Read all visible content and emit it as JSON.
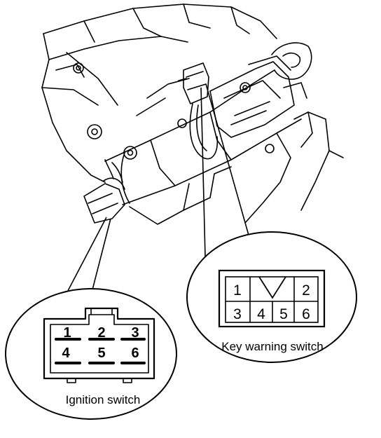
{
  "ignition_switch": {
    "caption": "Ignition switch",
    "pins": [
      "1",
      "2",
      "3",
      "4",
      "5",
      "6"
    ]
  },
  "key_warning_switch": {
    "caption": "Key warning switch",
    "pins": [
      "1",
      "2",
      "3",
      "4",
      "5",
      "6"
    ]
  },
  "colors": {
    "line": "#000000",
    "background": "#ffffff"
  }
}
